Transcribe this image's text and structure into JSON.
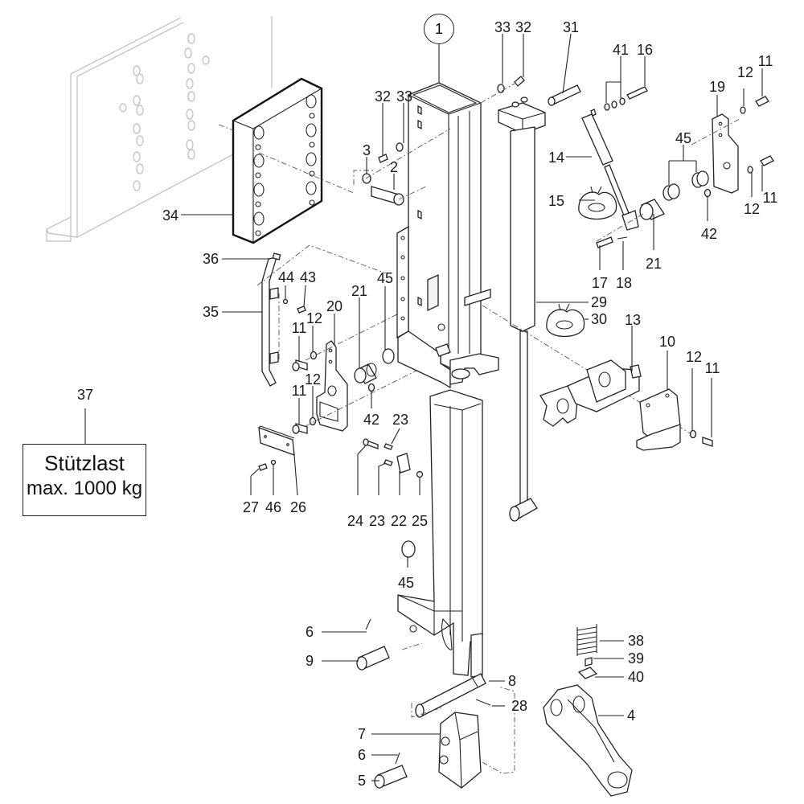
{
  "diagram": {
    "type": "exploded-parts-diagram",
    "subject": "Stützfuß / jockey support leg assembly",
    "assembly_label": "1",
    "sign": {
      "part": "37",
      "line1": "Stützlast",
      "line2": "max. 1000 kg"
    },
    "callouts": {
      "c1": "1",
      "c2": "2",
      "c3": "3",
      "c4": "4",
      "c5": "5",
      "c6a": "6",
      "c6b": "6",
      "c7": "7",
      "c8": "8",
      "c9": "9",
      "c10": "10",
      "c11a": "11",
      "c11b": "11",
      "c11c": "11",
      "c11d": "11",
      "c11e": "11",
      "c12a": "12",
      "c12b": "12",
      "c12c": "12",
      "c12d": "12",
      "c12e": "12",
      "c13": "13",
      "c14": "14",
      "c15": "15",
      "c16": "16",
      "c17": "17",
      "c18": "18",
      "c19": "19",
      "c20": "20",
      "c21a": "21",
      "c21b": "21",
      "c22": "22",
      "c23a": "23",
      "c23b": "23",
      "c24": "24",
      "c25": "25",
      "c26": "26",
      "c27": "27",
      "c28": "28",
      "c29": "29",
      "c30": "30",
      "c31": "31",
      "c32a": "32",
      "c32b": "32",
      "c33a": "33",
      "c33b": "33",
      "c34": "34",
      "c35": "35",
      "c36": "36",
      "c37": "37",
      "c38": "38",
      "c39": "39",
      "c40": "40",
      "c41": "41",
      "c42a": "42",
      "c42b": "42",
      "c43": "43",
      "c44": "44",
      "c45a": "45",
      "c45b": "45",
      "c45c": "45",
      "c46": "46"
    }
  }
}
